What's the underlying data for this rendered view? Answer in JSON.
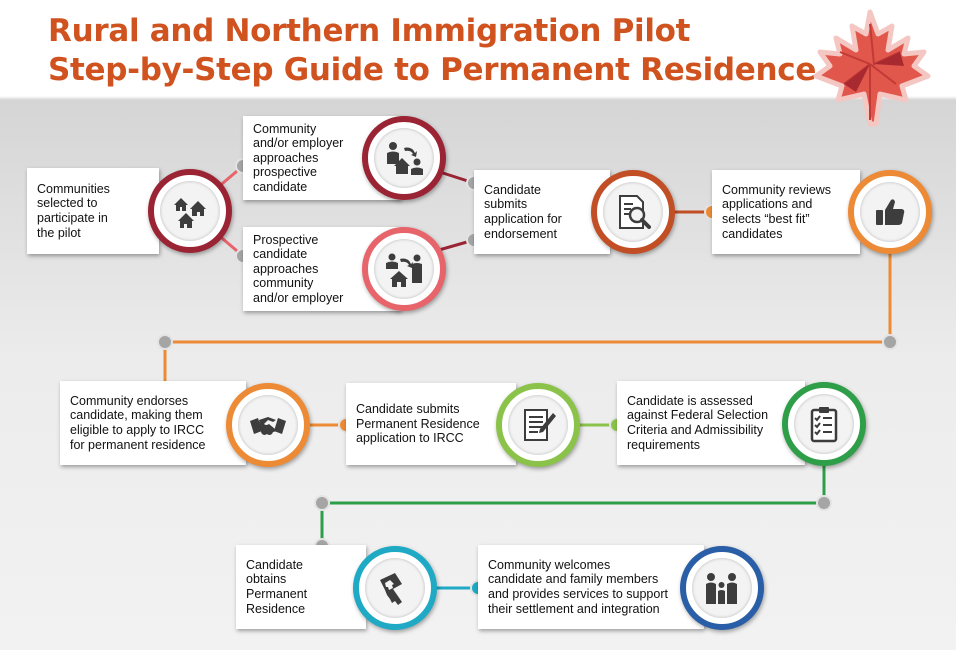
{
  "title": {
    "line1": "Rural and Northern Immigration Pilot",
    "line2": "Step-by-Step Guide to Permanent Residence"
  },
  "colors": {
    "title": "#d0521f",
    "dark_red": "#9a2434",
    "coral": "#e8646b",
    "rust": "#c24e25",
    "orange": "#ed8a35",
    "lime": "#8bc34a",
    "green": "#2e9e48",
    "teal": "#1ea9c4",
    "blue": "#2a5ea6",
    "node_gray": "#a5a5a5"
  },
  "steps": {
    "communities_selected": {
      "text": "Communities\nselected to\nparticipate in\nthe pilot",
      "icon": "houses-icon"
    },
    "community_approaches": {
      "text": "Community\nand/or employer\napproaches\nprospective\ncandidate",
      "icon": "person-house-arrow-icon"
    },
    "candidate_approaches": {
      "text": "Prospective\ncandidate\napproaches\ncommunity\nand/or employer",
      "icon": "person-arrow-house-icon"
    },
    "candidate_submits_endorsement": {
      "text": "Candidate\nsubmits\napplication for\nendorsement",
      "icon": "document-magnifier-icon"
    },
    "community_reviews": {
      "text": "Community reviews\napplications and\nselects “best fit”\ncandidates",
      "icon": "thumbs-up-icon"
    },
    "community_endorses": {
      "text": "Community endorses\ncandidate, making them\neligible to apply to IRCC\nfor permanent residence",
      "icon": "handshake-icon"
    },
    "candidate_submits_pr": {
      "text": "Candidate submits\nPermanent Residence\napplication to IRCC",
      "icon": "form-pen-icon"
    },
    "candidate_assessed": {
      "text": "Candidate is assessed\nagainst Federal Selection\nCriteria and Admissibility\nrequirements",
      "icon": "checklist-clipboard-icon"
    },
    "candidate_obtains_pr": {
      "text": "Candidate\nobtains\nPermanent\nResidence",
      "icon": "key-house-icon"
    },
    "community_welcomes": {
      "text": "Community welcomes\ncandidate and family members\nand provides services to support\ntheir settlement and integration",
      "icon": "family-icon"
    }
  }
}
